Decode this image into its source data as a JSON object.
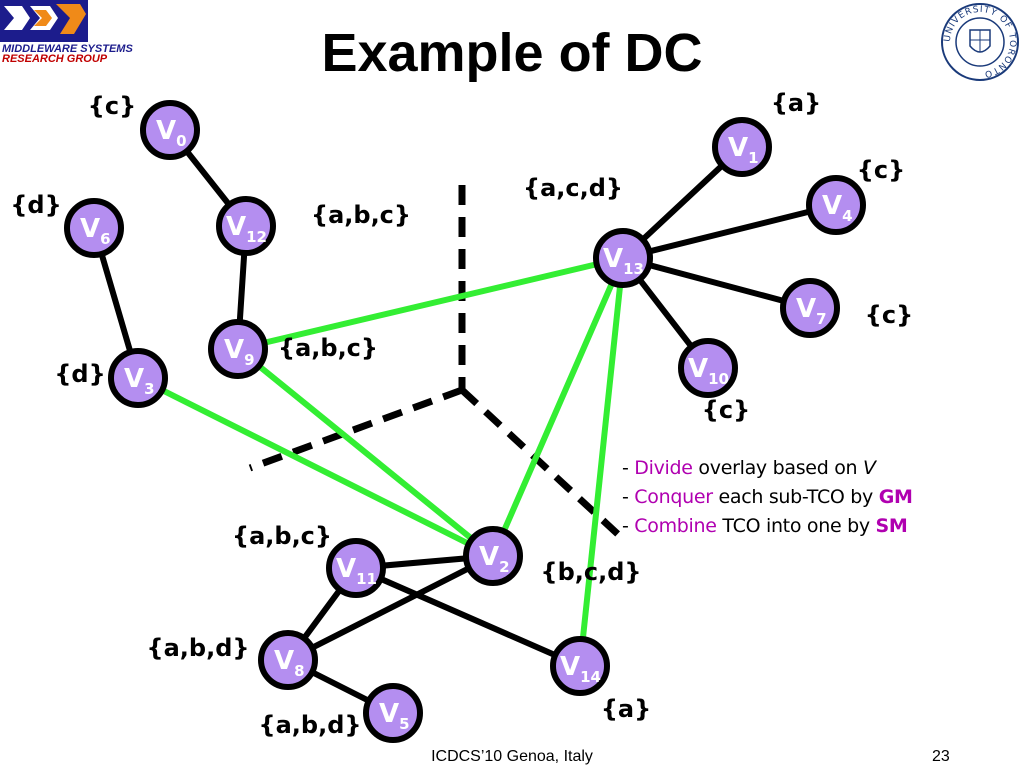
{
  "slide": {
    "title": "Example of DC",
    "group_line1": "MIDDLEWARE SYSTEMS",
    "group_line2": "RESEARCH GROUP",
    "footer": "ICDCS’10 Genoa, Italy",
    "page": "23"
  },
  "logos": {
    "left": "msrg-logo-icon",
    "right": "university-of-toronto-seal",
    "seal_text": "UNIVERSITY OF TORONTO"
  },
  "colors": {
    "node_fill": "#b48ef0",
    "node_stroke": "#000000",
    "edge": "#000000",
    "highlight_edge": "#33ee33",
    "divider": "#000000",
    "accent": "#b000b0"
  },
  "nodes": [
    {
      "id": "v0",
      "base": "V",
      "sub": "0"
    },
    {
      "id": "v1",
      "base": "V",
      "sub": "1"
    },
    {
      "id": "v2",
      "base": "V",
      "sub": "2"
    },
    {
      "id": "v3",
      "base": "V",
      "sub": "3"
    },
    {
      "id": "v4",
      "base": "V",
      "sub": "4"
    },
    {
      "id": "v5",
      "base": "V",
      "sub": "5"
    },
    {
      "id": "v6",
      "base": "V",
      "sub": "6"
    },
    {
      "id": "v7",
      "base": "V",
      "sub": "7"
    },
    {
      "id": "v8",
      "base": "V",
      "sub": "8"
    },
    {
      "id": "v9",
      "base": "V",
      "sub": "9"
    },
    {
      "id": "v10",
      "base": "V",
      "sub": "10"
    },
    {
      "id": "v11",
      "base": "V",
      "sub": "11"
    },
    {
      "id": "v12",
      "base": "V",
      "sub": "12"
    },
    {
      "id": "v13",
      "base": "V",
      "sub": "13"
    },
    {
      "id": "v14",
      "base": "V",
      "sub": "14"
    }
  ],
  "edges": [
    {
      "from": "v0",
      "to": "v12",
      "kind": "tree"
    },
    {
      "from": "v12",
      "to": "v9",
      "kind": "tree"
    },
    {
      "from": "v6",
      "to": "v3",
      "kind": "tree"
    },
    {
      "from": "v13",
      "to": "v1",
      "kind": "tree"
    },
    {
      "from": "v13",
      "to": "v4",
      "kind": "tree"
    },
    {
      "from": "v13",
      "to": "v7",
      "kind": "tree"
    },
    {
      "from": "v13",
      "to": "v10",
      "kind": "tree"
    },
    {
      "from": "v11",
      "to": "v2",
      "kind": "tree"
    },
    {
      "from": "v11",
      "to": "v8",
      "kind": "tree"
    },
    {
      "from": "v11",
      "to": "v14",
      "kind": "tree"
    },
    {
      "from": "v2",
      "to": "v8",
      "kind": "tree"
    },
    {
      "from": "v8",
      "to": "v5",
      "kind": "tree"
    },
    {
      "from": "v9",
      "to": "v13",
      "kind": "merge"
    },
    {
      "from": "v9",
      "to": "v2",
      "kind": "merge"
    },
    {
      "from": "v3",
      "to": "v2",
      "kind": "merge"
    },
    {
      "from": "v13",
      "to": "v2",
      "kind": "merge"
    },
    {
      "from": "v13",
      "to": "v14",
      "kind": "merge"
    }
  ],
  "topic_labels": [
    {
      "id": "lbl-v0",
      "text": "{c}"
    },
    {
      "id": "lbl-v1",
      "text": "{a}"
    },
    {
      "id": "lbl-v4",
      "text": "{c}"
    },
    {
      "id": "lbl-v13",
      "text": "{a,c,d}"
    },
    {
      "id": "lbl-v6",
      "text": "{d}"
    },
    {
      "id": "lbl-v12",
      "text": "{a,b,c}"
    },
    {
      "id": "lbl-v7",
      "text": "{c}"
    },
    {
      "id": "lbl-v9",
      "text": "{a,b,c}"
    },
    {
      "id": "lbl-v3",
      "text": "{d}"
    },
    {
      "id": "lbl-v10",
      "text": "{c}"
    },
    {
      "id": "lbl-v11",
      "text": "{a,b,c}"
    },
    {
      "id": "lbl-v2",
      "text": "{b,c,d}"
    },
    {
      "id": "lbl-v8",
      "text": "{a,b,d}"
    },
    {
      "id": "lbl-v14",
      "text": "{a}"
    },
    {
      "id": "lbl-v5",
      "text": "{a,b,d}"
    }
  ],
  "notes": [
    {
      "dash": "- ",
      "verb": "Divide",
      "rest": " overlay based on ",
      "tail": "V",
      "tail_style": "italic"
    },
    {
      "dash": "- ",
      "verb": "Conquer",
      "rest": " each sub-TCO by ",
      "tail": "GM",
      "tail_style": "bold"
    },
    {
      "dash": "- ",
      "verb": "Combine",
      "rest": " TCO into one by ",
      "tail": "SM",
      "tail_style": "bold"
    }
  ]
}
